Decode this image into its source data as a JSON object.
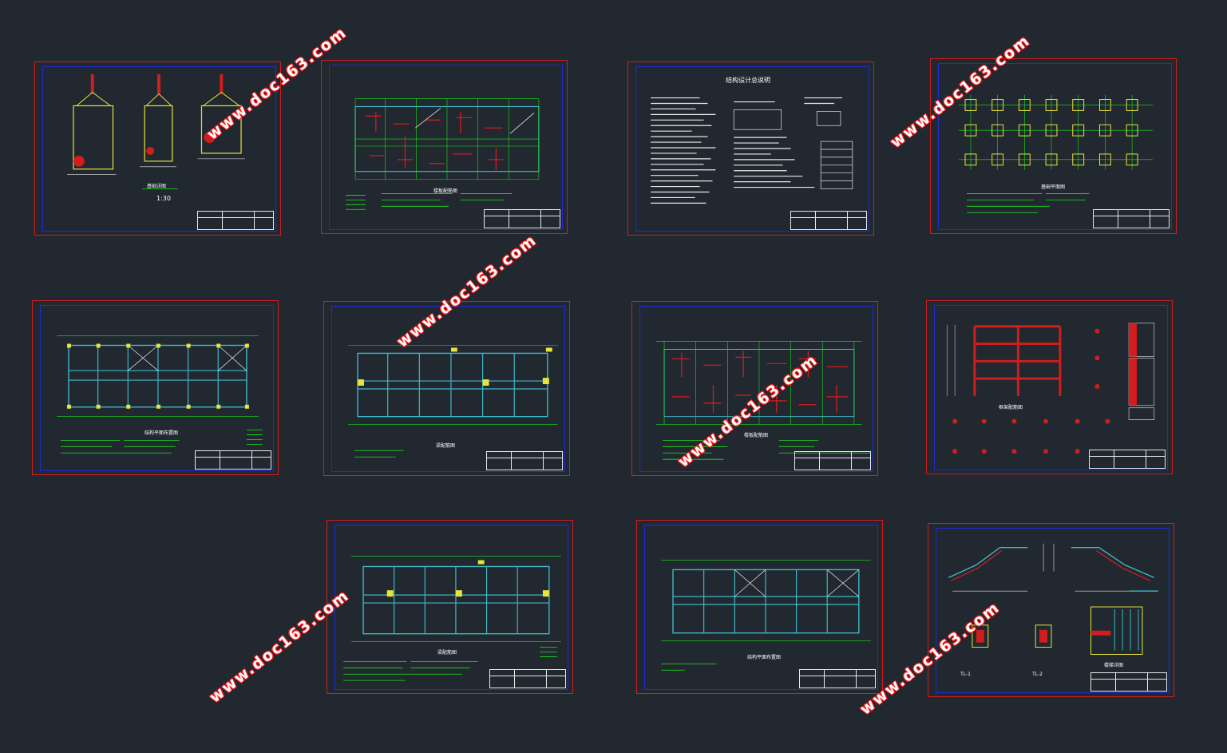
{
  "sheets": [
    {
      "id": "s1",
      "kind": "foundation-detail",
      "caption": "基础详图",
      "scale": "1:30"
    },
    {
      "id": "s2",
      "kind": "slab-rebar",
      "caption": "楼板配筋图"
    },
    {
      "id": "s3",
      "kind": "notes",
      "caption": "结构设计总说明"
    },
    {
      "id": "s4",
      "kind": "foundation-plan",
      "caption": "基础平面图"
    },
    {
      "id": "s5",
      "kind": "frame-plan",
      "caption": "结构平面布置图"
    },
    {
      "id": "s6",
      "kind": "beam-plan",
      "caption": "梁配筋图"
    },
    {
      "id": "s7",
      "kind": "slab-rebar",
      "caption": "楼板配筋图"
    },
    {
      "id": "s8",
      "kind": "frame-elevation",
      "caption": "框架配筋图"
    },
    {
      "id": "s9",
      "kind": "beam-plan",
      "caption": "梁配筋图"
    },
    {
      "id": "s10",
      "kind": "frame-plan",
      "caption": "结构平面布置图"
    },
    {
      "id": "s11",
      "kind": "stair",
      "caption": "楼梯详图",
      "labels": [
        "TL-1",
        "TL-2"
      ]
    }
  ],
  "watermark_text": "www.doc163.com",
  "colors": {
    "background": "#212830",
    "sheet_border": "#d21d1d",
    "inner_border": "#1f2bd8",
    "grid": "#19e619",
    "rebar": "#d21d1d",
    "column": "#e8e43a",
    "beam": "#3fb8c8"
  }
}
